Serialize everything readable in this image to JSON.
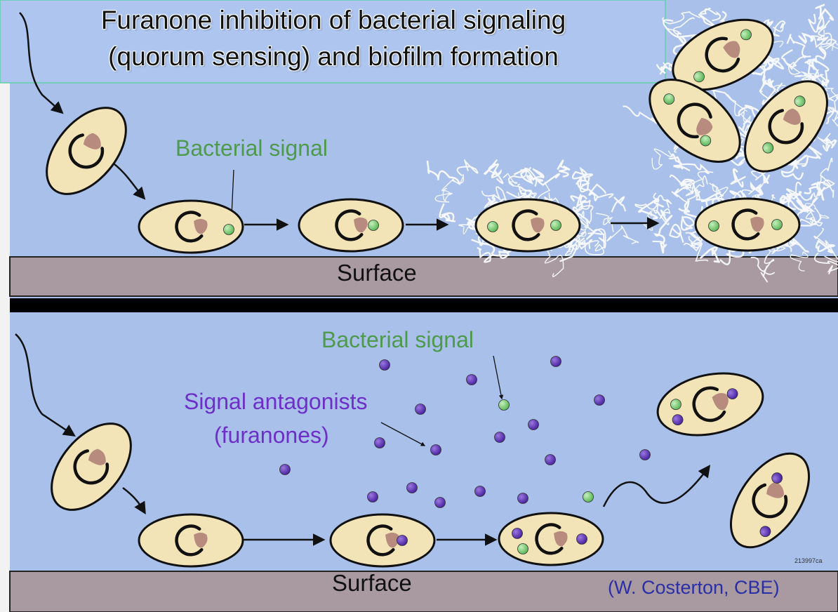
{
  "title": {
    "line1": "Furanone inhibition of bacterial signaling",
    "line2": "(quorum sensing) and biofilm formation"
  },
  "top_panel": {
    "signal_label": "Bacterial signal",
    "surface_label": "Surface"
  },
  "bottom_panel": {
    "signal_label": "Bacterial signal",
    "antagonist_label_line1": "Signal antagonists",
    "antagonist_label_line2": "(furanones)",
    "surface_label": "Surface",
    "credit": "(W. Costerton, CBE)",
    "film_code": "213997ca"
  },
  "colors": {
    "background": "#a9c1ea",
    "surface": "#a89aa0",
    "cell_fill": "#f3e4b8",
    "signal_green": "#7fcf79",
    "antagonist_purple": "#6a3fb8",
    "signal_label_color": "#4e9a4c",
    "antagonist_label_color": "#6e2fc9",
    "credit_color": "#2a2fa6"
  }
}
